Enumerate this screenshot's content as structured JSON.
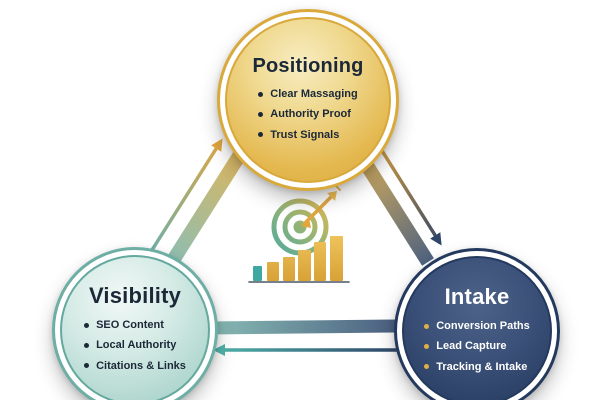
{
  "diagram": {
    "title": "Marketing flywheel diagram",
    "nodes": [
      {
        "id": "positioning",
        "title": "Positioning",
        "items": [
          "Clear Massaging",
          "Authority Proof",
          "Trust Signals"
        ]
      },
      {
        "id": "visibility",
        "title": "Visibility",
        "items": [
          "SEO Content",
          "Local Authority",
          "Citations & Links"
        ]
      },
      {
        "id": "intake",
        "title": "Intake",
        "items": [
          "Conversion Paths",
          "Lead Capture",
          "Tracking & Intake"
        ]
      }
    ],
    "center_icon": "target-with-dart-and-growth-bars",
    "connectors": [
      {
        "from": "visibility",
        "to": "positioning",
        "style": "gradient-arrow"
      },
      {
        "from": "positioning",
        "to": "intake",
        "style": "gradient-arrow"
      },
      {
        "from": "intake",
        "to": "visibility",
        "style": "gradient-arrow"
      }
    ],
    "colors": {
      "gold": "#D9A93C",
      "gold_light": "#F8EDC2",
      "teal": "#6DAEA5",
      "teal_light": "#D6EBE6",
      "navy": "#24395E",
      "navy_light": "#4D6288",
      "text_dark": "#1B2838",
      "text_light": "#FFFFFF",
      "background": "#FFFFFF"
    }
  }
}
